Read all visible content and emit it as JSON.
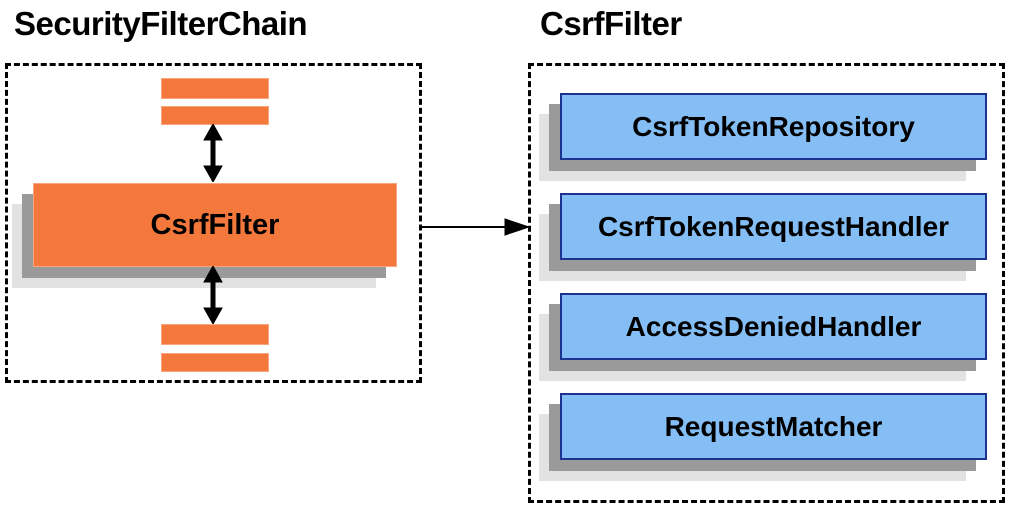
{
  "diagram": {
    "left": {
      "title": "SecurityFilterChain",
      "filter_label": "CsrfFilter"
    },
    "right": {
      "title": "CsrfFilter",
      "components": [
        {
          "label": "CsrfTokenRepository"
        },
        {
          "label": "CsrfTokenRequestHandler"
        },
        {
          "label": "AccessDeniedHandler"
        },
        {
          "label": "RequestMatcher"
        }
      ]
    }
  },
  "colors": {
    "bg": "#ffffff",
    "text": "#000000",
    "line": "#000000",
    "orange_fill": "#f4783c",
    "orange_edge": "#f8a57e",
    "blue_fill": "#85bef4",
    "blue_edge": "#1c3390",
    "shadow_dark": "#9a9a9a",
    "shadow_light": "#e2e2e2"
  }
}
